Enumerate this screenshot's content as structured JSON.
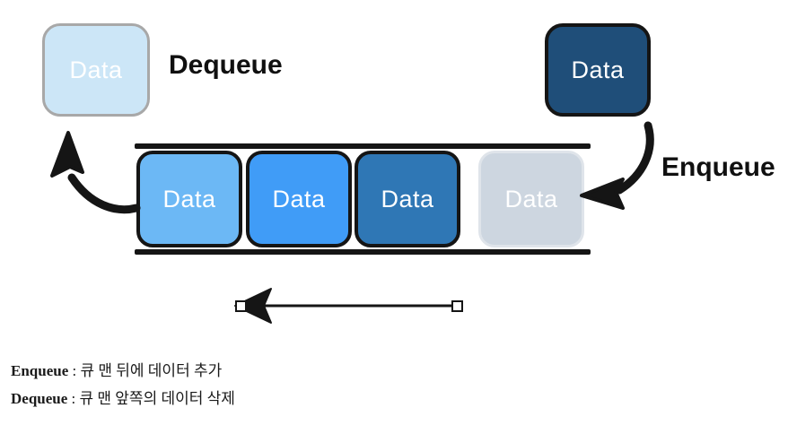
{
  "diagram": {
    "title": "Queue data structure (Enqueue / Dequeue)",
    "background_color": "#ffffff",
    "boxes": {
      "dequeued": {
        "label": "Data",
        "fill": "#cce6f7",
        "border": "#a8a8a8"
      },
      "incoming": {
        "label": "Data",
        "fill": "#1f4e79",
        "border": "#151515"
      }
    },
    "queue": {
      "slots": [
        {
          "label": "Data",
          "fill": "#6cb8f5",
          "border": "#151515",
          "state": "filled"
        },
        {
          "label": "Data",
          "fill": "#409cf7",
          "border": "#151515",
          "state": "filled"
        },
        {
          "label": "Data",
          "fill": "#2f77b5",
          "border": "#151515",
          "state": "filled"
        },
        {
          "label": "Data",
          "fill": "#cdd6e0",
          "border": "#dfe4ea",
          "state": "entering"
        }
      ],
      "rail_color": "#151515"
    },
    "labels": {
      "dequeue": "Dequeue",
      "enqueue": "Enqueue"
    },
    "arrows": {
      "dequeue_arrow": "curved-arrow-up-left",
      "enqueue_arrow": "curved-arrow-down-left",
      "direction_arrow": "horizontal-arrow-left"
    }
  },
  "caption": {
    "lines": [
      {
        "term": "Enqueue",
        "separator": " : ",
        "description": "큐 맨 뒤에 데이터 추가"
      },
      {
        "term": "Dequeue",
        "separator": " : ",
        "description": "큐 맨 앞쪽의 데이터 삭제"
      }
    ]
  }
}
